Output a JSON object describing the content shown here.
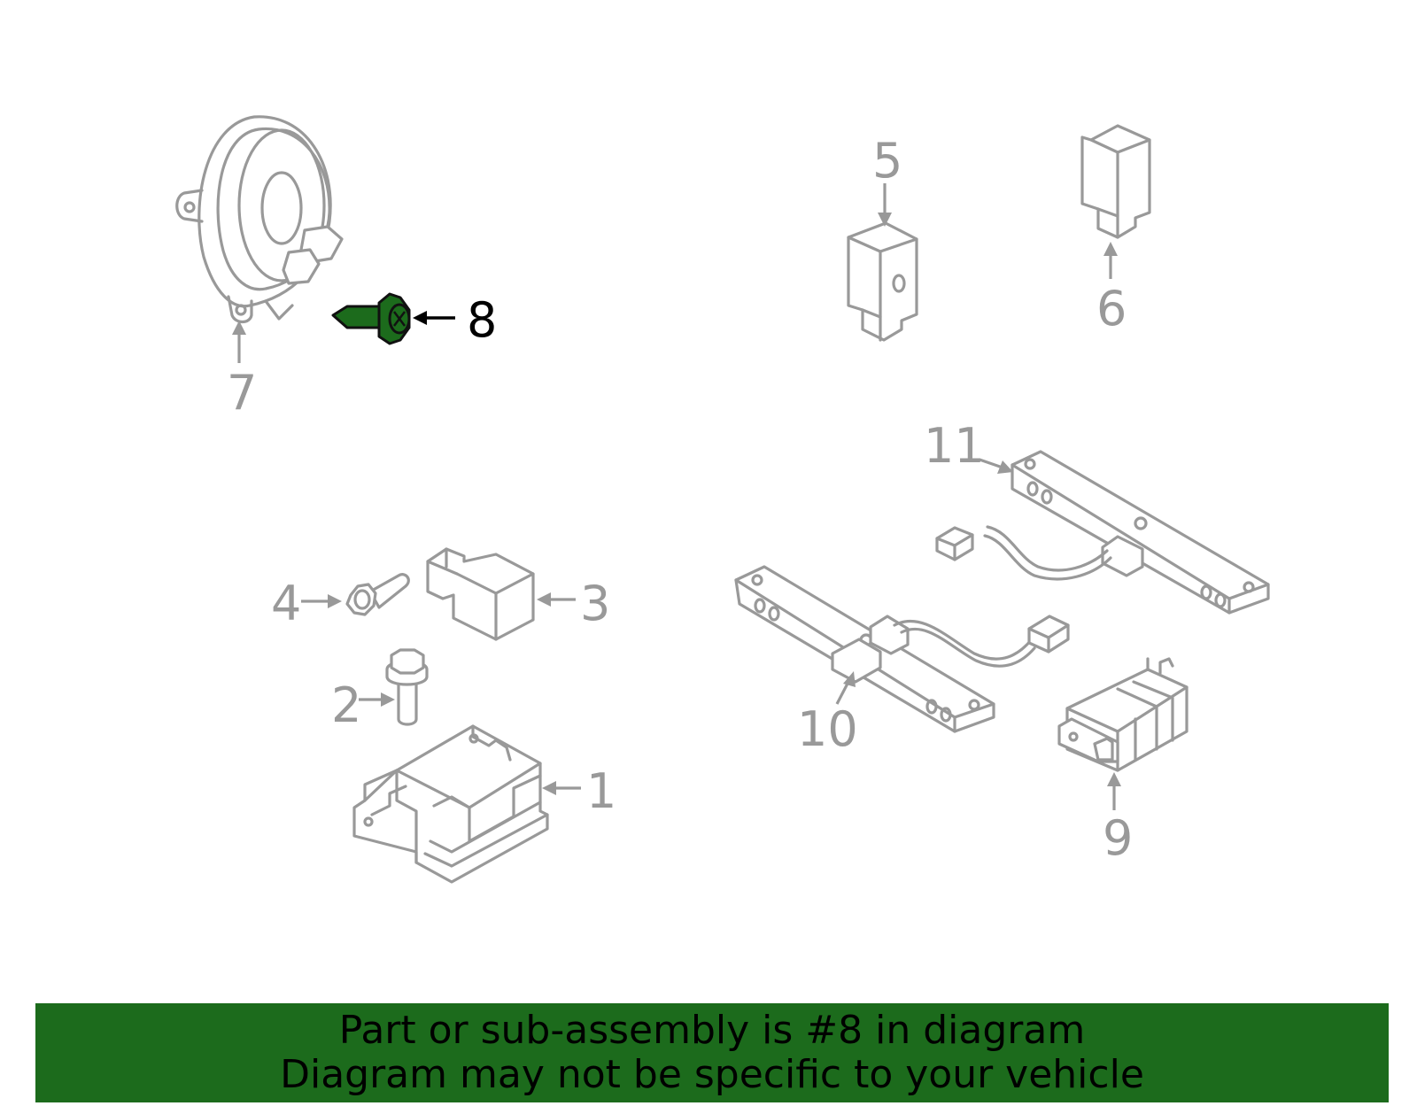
{
  "diagram": {
    "highlighted_part": "8",
    "highlight_color": "#1c6b1c",
    "part_color": "#999999",
    "callouts": [
      {
        "id": "c1",
        "label": "1"
      },
      {
        "id": "c2",
        "label": "2"
      },
      {
        "id": "c3",
        "label": "3"
      },
      {
        "id": "c4",
        "label": "4"
      },
      {
        "id": "c5",
        "label": "5"
      },
      {
        "id": "c6",
        "label": "6"
      },
      {
        "id": "c7",
        "label": "7"
      },
      {
        "id": "c8",
        "label": "8"
      },
      {
        "id": "c9",
        "label": "9"
      },
      {
        "id": "c10",
        "label": "10"
      },
      {
        "id": "c11",
        "label": "11"
      }
    ]
  },
  "banner": {
    "background": "#1c6b1c",
    "line1": "Part or sub-assembly is #8 in diagram",
    "line2": "Diagram may not be specific to your vehicle"
  }
}
